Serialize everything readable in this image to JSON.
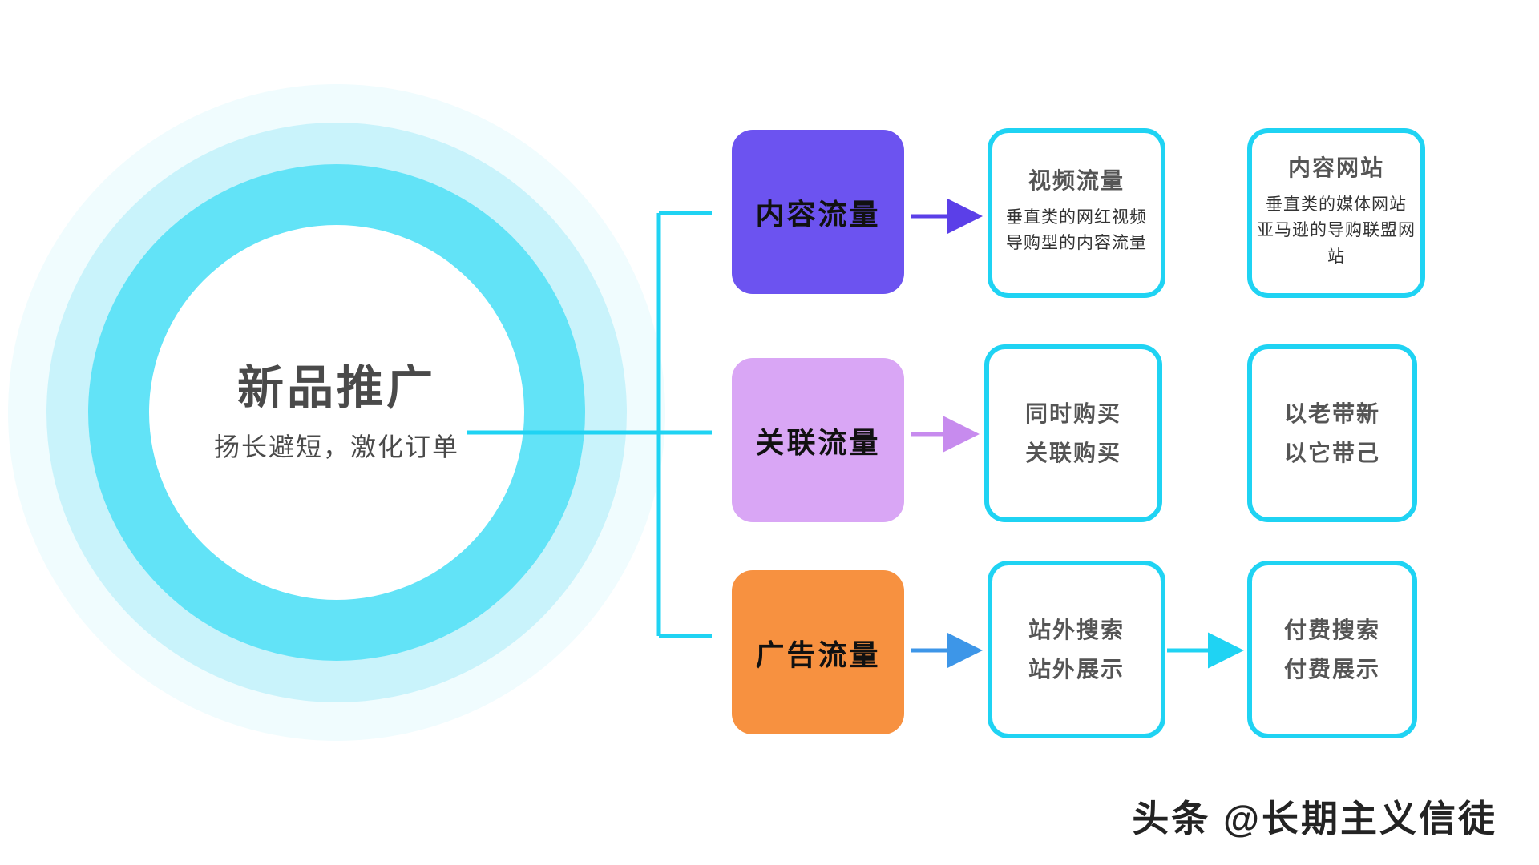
{
  "hub": {
    "title": "新品推广",
    "subtitle": "扬长避短，激化订单"
  },
  "colors": {
    "ring_outer": "#f0fcfe",
    "ring_mid": "#c9f3fb",
    "ring_inner": "#62e3f7",
    "ring_core": "#ffffff",
    "connector_cyan": "#1FD3F3",
    "category_content": "#6C53F0",
    "category_related": "#D9A6F5",
    "category_ads": "#F79140",
    "arrow_content": "#5B3FE8",
    "arrow_related": "#C78BEE",
    "arrow_ads": "#3D96E8",
    "detail_border": "#1FD3F3"
  },
  "branches": [
    {
      "label": "内容流量",
      "box_color": "#6C53F0",
      "arrow_color": "#5B3FE8",
      "details": [
        {
          "title": "视频流量",
          "lines": [
            "垂直类的网红视频",
            "导购型的内容流量"
          ],
          "style": "small"
        },
        {
          "title": "内容网站",
          "lines": [
            "垂直类的媒体网站",
            "亚马逊的导购联盟网站"
          ],
          "style": "small"
        }
      ],
      "inter_arrow": false
    },
    {
      "label": "关联流量",
      "box_color": "#D9A6F5",
      "arrow_color": "#C78BEE",
      "details": [
        {
          "title": "",
          "lines": [
            "同时购买",
            "关联购买"
          ],
          "style": "large"
        },
        {
          "title": "",
          "lines": [
            "以老带新",
            "以它带己"
          ],
          "style": "large"
        }
      ],
      "inter_arrow": false
    },
    {
      "label": "广告流量",
      "box_color": "#F79140",
      "arrow_color": "#3D96E8",
      "details": [
        {
          "title": "",
          "lines": [
            "站外搜索",
            "站外展示"
          ],
          "style": "large"
        },
        {
          "title": "",
          "lines": [
            "付费搜索",
            "付费展示"
          ],
          "style": "large"
        }
      ],
      "inter_arrow": true
    }
  ],
  "watermark": "头条 @长期主义信徒"
}
